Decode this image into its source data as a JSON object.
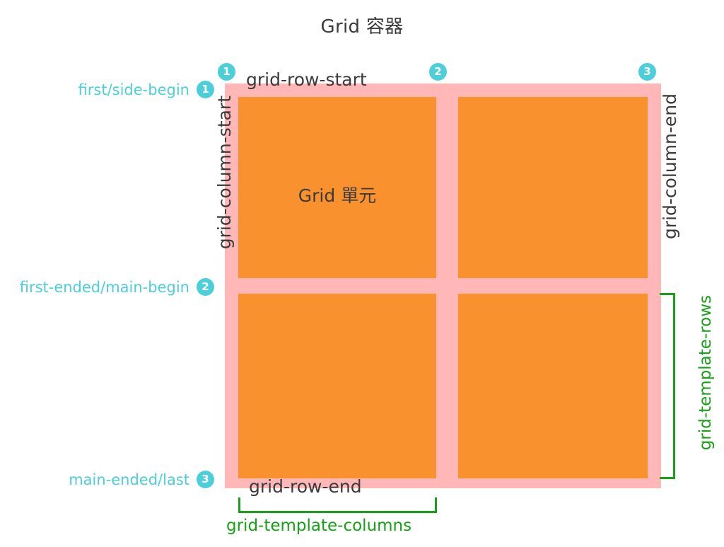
{
  "diagram": {
    "title": "Grid 容器",
    "cell_label": "Grid 單元",
    "colors": {
      "container": "#ffb7b7",
      "cell": "#f9912f",
      "badge": "#4ccfdb",
      "teal_text": "#4ccfdb",
      "green": "#17a117",
      "black_text": "#3b3b3b",
      "background": "#ffffff"
    },
    "edge_labels": {
      "row_start": "grid-row-start",
      "row_end": "grid-row-end",
      "column_start": "grid-column-start",
      "column_end": "grid-column-end"
    },
    "line_badges": {
      "top": [
        "1",
        "2",
        "3"
      ],
      "left": [
        "1",
        "2",
        "3"
      ]
    },
    "line_names": [
      {
        "badge": "1",
        "label": "first/side-begin"
      },
      {
        "badge": "2",
        "label": "first-ended/main-begin"
      },
      {
        "badge": "3",
        "label": "main-ended/last"
      }
    ],
    "track_labels": {
      "columns": "grid-template-columns",
      "rows": "grid-template-rows"
    },
    "cells": [
      {
        "id": "cell-1",
        "label": "Grid 單元"
      },
      {
        "id": "cell-2",
        "label": ""
      },
      {
        "id": "cell-3",
        "label": ""
      },
      {
        "id": "cell-4",
        "label": ""
      }
    ]
  }
}
